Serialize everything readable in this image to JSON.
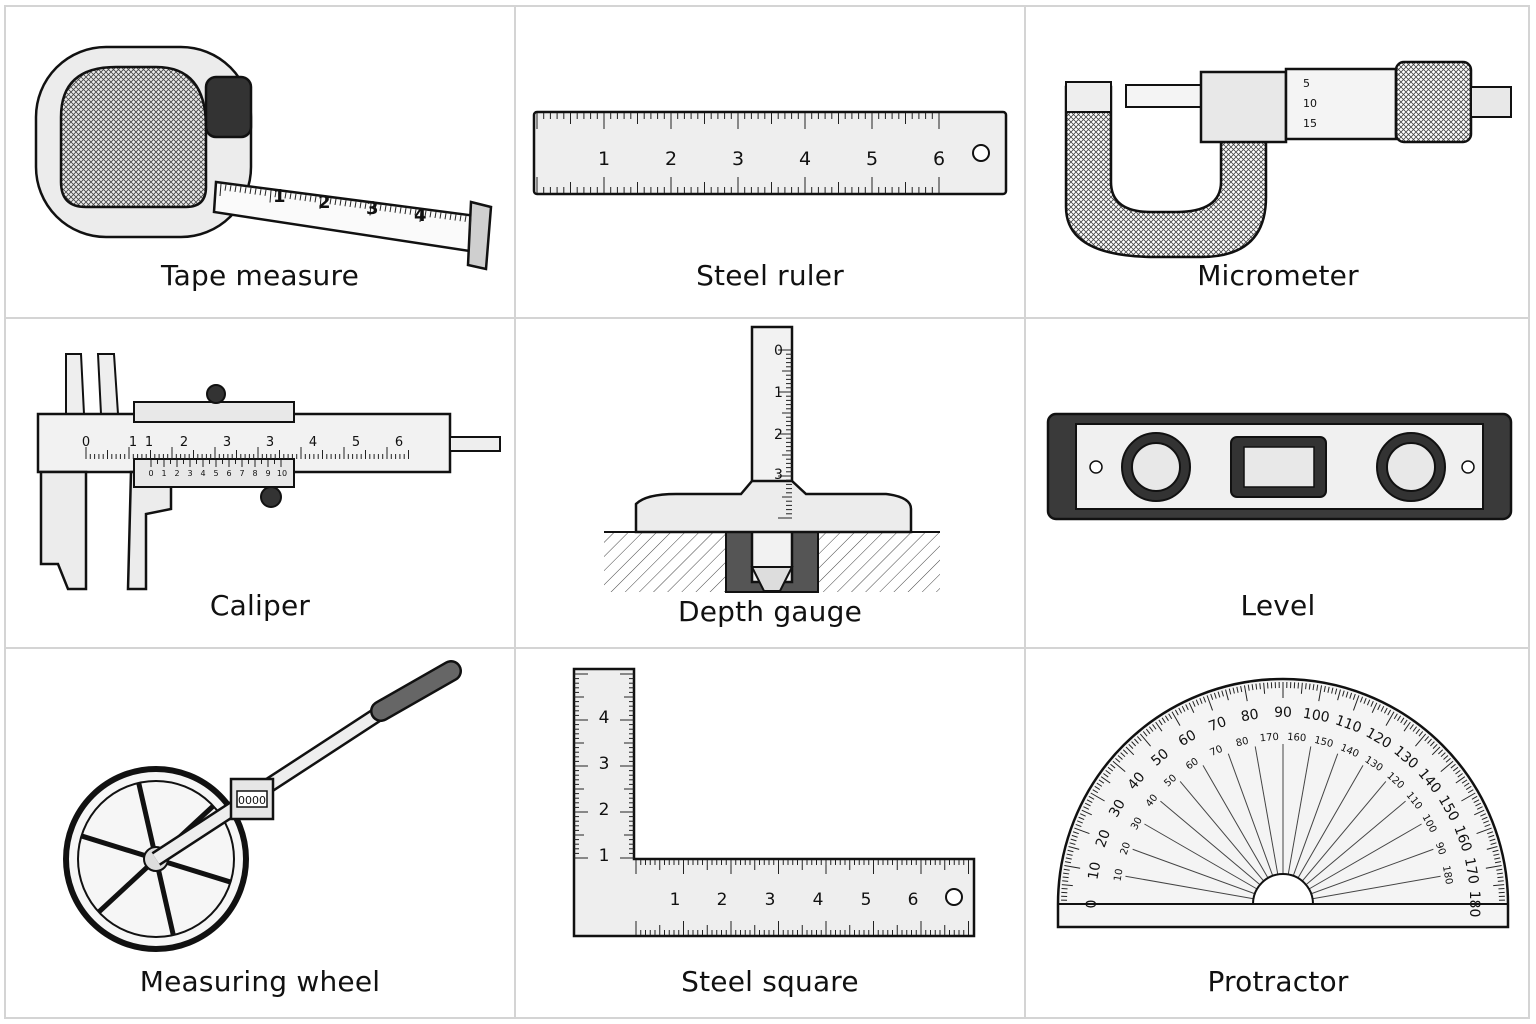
{
  "tools": [
    {
      "label": "Tape measure",
      "scale": [
        "1",
        "2",
        "3",
        "4"
      ]
    },
    {
      "label": "Steel ruler",
      "scale": [
        "1",
        "2",
        "3",
        "4",
        "5",
        "6"
      ]
    },
    {
      "label": "Micrometer",
      "scale": [
        "5",
        "10",
        "15"
      ]
    },
    {
      "label": "Caliper",
      "scale": [
        "0",
        "1",
        "1",
        "2",
        "3",
        "3",
        "4",
        "5",
        "6"
      ],
      "vernier": [
        "0",
        "1",
        "2",
        "3",
        "4",
        "5",
        "6",
        "7",
        "8",
        "9",
        "10"
      ]
    },
    {
      "label": "Depth gauge",
      "scale": [
        "0",
        "1",
        "2",
        "3"
      ]
    },
    {
      "label": "Level"
    },
    {
      "label": "Measuring wheel",
      "counter": "0000"
    },
    {
      "label": "Steel square",
      "vertical_scale": [
        "1",
        "2",
        "3",
        "4"
      ],
      "horizontal_scale": [
        "1",
        "2",
        "3",
        "4",
        "5",
        "6"
      ]
    },
    {
      "label": "Protractor",
      "outer_scale": [
        "0",
        "10",
        "20",
        "30",
        "40",
        "50",
        "60",
        "70",
        "80",
        "90",
        "100",
        "110",
        "120",
        "130",
        "140",
        "150",
        "160",
        "170",
        "180"
      ],
      "inner_scale": [
        "10",
        "20",
        "30",
        "40",
        "50",
        "60",
        "70",
        "80",
        "170",
        "160",
        "150",
        "140",
        "130",
        "120",
        "110",
        "100",
        "90",
        "180"
      ]
    }
  ]
}
